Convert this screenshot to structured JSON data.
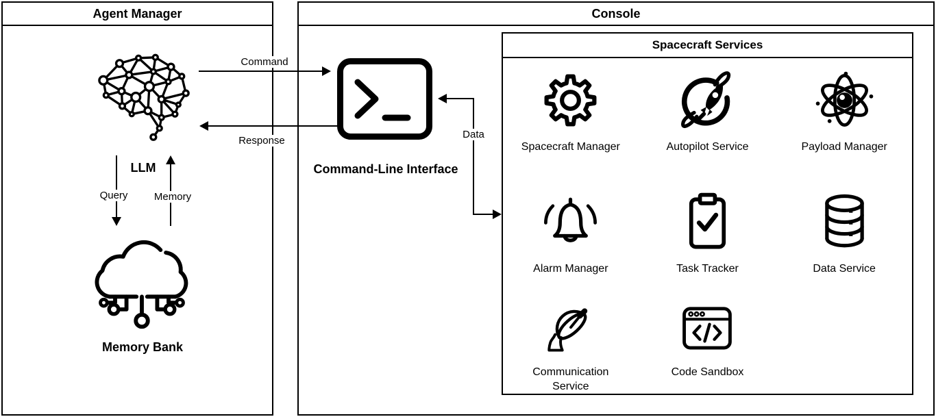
{
  "agent_manager": {
    "title": "Agent Manager",
    "llm": {
      "label": "LLM",
      "icon": "brain-network-icon"
    },
    "memory_bank": {
      "label": "Memory Bank",
      "icon": "cloud-computing-icon"
    },
    "arrows": {
      "query": "Query",
      "memory": "Memory"
    }
  },
  "console": {
    "title": "Console",
    "cli": {
      "label": "Command-Line Interface",
      "icon": "terminal-icon"
    },
    "data_arrow_label": "Data",
    "spacecraft_services": {
      "title": "Spacecraft Services",
      "services": [
        {
          "name": "Spacecraft Manager",
          "icon": "gear-icon"
        },
        {
          "name": "Autopilot Service",
          "icon": "planet-rocket-icon"
        },
        {
          "name": "Payload Manager",
          "icon": "atom-icon"
        },
        {
          "name": "Alarm Manager",
          "icon": "bell-icon"
        },
        {
          "name": "Task Tracker",
          "icon": "clipboard-check-icon"
        },
        {
          "name": "Data Service",
          "icon": "database-icon"
        },
        {
          "name": "Communication Service",
          "icon": "satellite-dish-icon"
        },
        {
          "name": "Code Sandbox",
          "icon": "code-window-icon"
        }
      ]
    }
  },
  "flows": {
    "command": "Command",
    "response": "Response"
  },
  "colors": {
    "ink": "#000000",
    "background": "#ffffff"
  }
}
